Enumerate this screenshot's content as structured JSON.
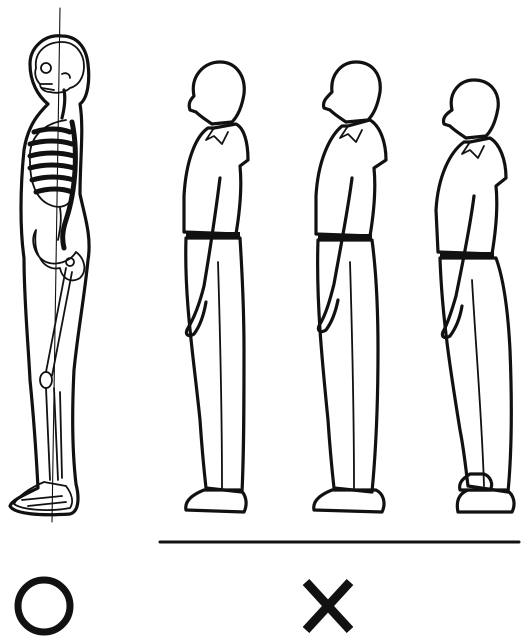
{
  "figure": {
    "panels": [
      {
        "id": "correct",
        "subject": "skeleton-side-view",
        "mark": "circle"
      },
      {
        "id": "incorrect",
        "subjects": [
          "figure-upright",
          "figure-head-forward",
          "figure-slouched"
        ],
        "mark": "cross"
      }
    ],
    "colors": {
      "ink": "#111111",
      "background": "#ffffff"
    }
  }
}
